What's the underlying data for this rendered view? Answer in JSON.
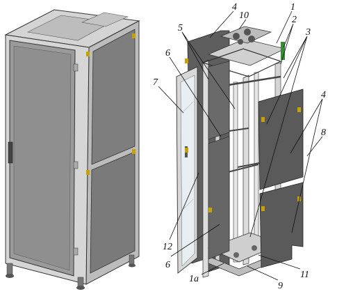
{
  "diagram": {
    "callouts": [
      {
        "id": "c1",
        "text": "1"
      },
      {
        "id": "c2",
        "text": "2"
      },
      {
        "id": "c3",
        "text": "3"
      },
      {
        "id": "c4a",
        "text": "4"
      },
      {
        "id": "c4b",
        "text": "4"
      },
      {
        "id": "c5",
        "text": "5"
      },
      {
        "id": "c6a",
        "text": "6"
      },
      {
        "id": "c6b",
        "text": "6"
      },
      {
        "id": "c7",
        "text": "7"
      },
      {
        "id": "c8",
        "text": "8"
      },
      {
        "id": "c9",
        "text": "9"
      },
      {
        "id": "c10",
        "text": "10"
      },
      {
        "id": "c11",
        "text": "11"
      },
      {
        "id": "c12",
        "text": "12"
      },
      {
        "id": "c1a",
        "text": "1a"
      }
    ],
    "colors": {
      "panel_dark": "#5a5a5a",
      "panel_mid": "#8c8c8c",
      "panel_light": "#c8c8c8",
      "frame": "#d9d9d9",
      "outline": "#2b2b2b",
      "bracket_yellow": "#c8a000",
      "lug_green": "#3a8a3a"
    }
  }
}
